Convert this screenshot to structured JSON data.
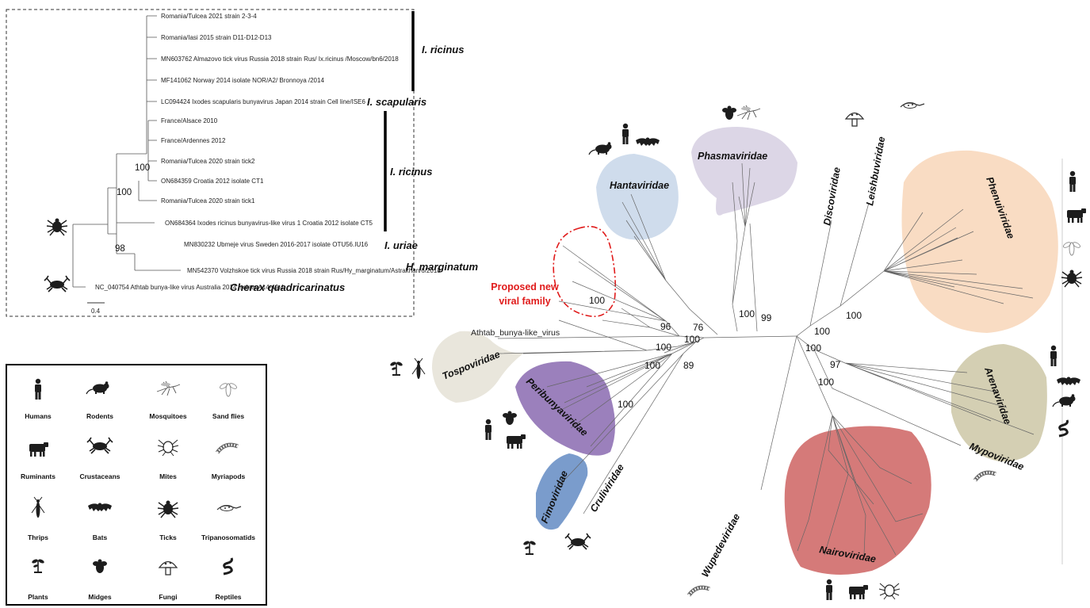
{
  "inset_tree": {
    "taxa": [
      "Romania/Tulcea 2021 strain 2-3-4",
      "Romania/Iasi 2015 strain D11-D12-D13",
      "MN603762 Almazovo tick virus Russia 2018 strain Rus/ Ix.ricinus /Moscow/bn6/2018",
      "MF141062 Norway 2014 isolate NOR/A2/ Bronnoya /2014",
      "LC094424 Ixodes scapularis bunyavirus Japan 2014 strain Cell line/ISE6",
      "France/Alsace 2010",
      "France/Ardennes 2012",
      "Romania/Tulcea 2020 strain tick2",
      "ON684359 Croatia 2012 isolate CT1",
      "Romania/Tulcea 2020 strain tick1",
      "ON684364 Ixodes ricinus bunyavirus-like virus 1 Croatia 2012 isolate CT5",
      "MN830232 Ubmeje virus Sweden 2016-2017 isolate OTU56.IU16",
      "MN542370 Volzhskoe tick virus Russia 2018 strain Rus/Hy_marginatum/Astrakhan/6/2018",
      "NC_040754 Athtab bunya-like virus Australia 2014 isolate A14-49.4"
    ],
    "bootstraps": [
      "100",
      "100",
      "98"
    ],
    "species": [
      "I. ricinus",
      "I. scapularis",
      "I. ricinus",
      "I. uriae",
      "H. marginatum",
      "Cherax quadricarinatus"
    ],
    "scale_label": "0.4"
  },
  "legend": {
    "items": [
      "Humans",
      "Rodents",
      "Mosquitoes",
      "Sand flies",
      "Ruminants",
      "Crustaceans",
      "Mites",
      "Myriapods",
      "Thrips",
      "Bats",
      "Ticks",
      "Tripanosomatids",
      "Plants",
      "Midges",
      "Fungi",
      "Reptiles"
    ],
    "icons": [
      "human-icon",
      "rodent-icon",
      "mosquito-icon",
      "sand-fly-icon",
      "ruminant-icon",
      "crustacean-icon",
      "mite-icon",
      "myriapod-icon",
      "thrips-icon",
      "bat-icon",
      "tick-icon",
      "trypanosomatid-icon",
      "plant-icon",
      "midge-icon",
      "fungus-icon",
      "reptile-icon"
    ]
  },
  "main_tree": {
    "families": [
      "Hantaviridae",
      "Phasmaviridae",
      "Discoviridae",
      "Leishbuviridae",
      "Phenuiviridae",
      "Arenaviridae",
      "Mypoviridae",
      "Nairoviridae",
      "Wupedeviridae",
      "Cruliviridae",
      "Fimoviridae",
      "Peribunyaviridae",
      "Tospoviridae"
    ],
    "proposed_family": [
      "Proposed new",
      "viral family"
    ],
    "athtab_label": "Athtab_bunya-like_virus",
    "bootstraps": [
      "100",
      "96",
      "76",
      "100",
      "100",
      "100",
      "89",
      "100",
      "100",
      "99",
      "100",
      "100",
      "97",
      "100",
      "100"
    ],
    "colors": {
      "hantaviridae": "#cfdcec",
      "phasmaviridae": "#dcd6e6",
      "phenuiviridae": "#f9dcc3",
      "arenaviridae": "#d4cfb3",
      "nairoviridae": "#d57a79",
      "tospoviridae": "#e9e6dc",
      "peribunyaviridae": "#9b80bc",
      "fimoviridae": "#7a9ccc",
      "proposed": "#e01b1b"
    }
  }
}
